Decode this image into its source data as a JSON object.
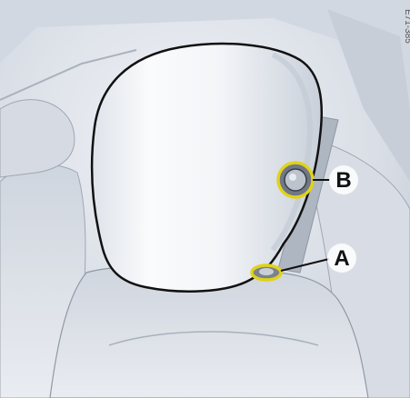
{
  "figure": {
    "reference_code": "E71-385",
    "callouts": [
      {
        "id": "A",
        "label": "A"
      },
      {
        "id": "B",
        "label": "B"
      }
    ]
  },
  "colors": {
    "highlight": "#e2d21a",
    "seat_light": "#e4e8ee",
    "seat_shadow": "#aeb6c2",
    "outline": "#111111"
  }
}
